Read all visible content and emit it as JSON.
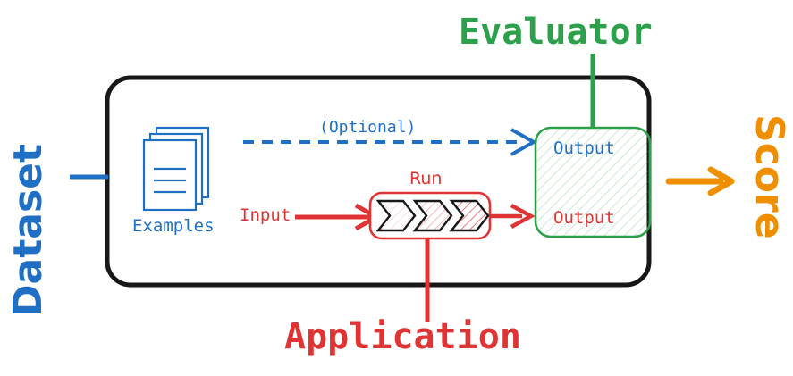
{
  "diagram": {
    "title": "Evaluation pipeline diagram",
    "type": "flow-diagram",
    "colors": {
      "dataset_blue": "#1f6fc4",
      "evaluator_green": "#2ca04a",
      "application_red": "#e03434",
      "score_orange": "#ef8f00",
      "container_black": "#181818",
      "background": "#ffffff"
    },
    "labels": {
      "dataset": "Dataset",
      "evaluator": "Evaluator",
      "application": "Application",
      "score": "Score",
      "examples": "Examples",
      "optional": "(Optional)",
      "input": "Input",
      "run": "Run",
      "output_top": "Output",
      "output_bottom": "Output"
    },
    "nodes": [
      {
        "name": "examples-icon",
        "label": "Examples",
        "color": "#1f6fc4",
        "shape": "stacked-documents"
      },
      {
        "name": "run-box",
        "label": "Run",
        "color": "#e03434",
        "shape": "rounded-rect-with-chevrons",
        "chevron_count": 3
      },
      {
        "name": "output-box",
        "label": "Output",
        "color": "#2ca04a",
        "shape": "hatched-rounded-rect"
      }
    ],
    "edges": [
      {
        "name": "dataset-connector",
        "from": "Dataset",
        "to": "container",
        "style": "solid",
        "color": "#1f6fc4",
        "arrow": false
      },
      {
        "name": "optional-edge",
        "from": "Examples",
        "to": "Output",
        "style": "dashed",
        "color": "#1f6fc4",
        "arrow": true,
        "label": "(Optional)"
      },
      {
        "name": "input-edge",
        "from": "Input",
        "to": "Run",
        "style": "solid",
        "color": "#e03434",
        "arrow": true,
        "label": "Input"
      },
      {
        "name": "run-to-output-edge",
        "from": "Run",
        "to": "Output",
        "style": "solid",
        "color": "#e03434",
        "arrow": true
      },
      {
        "name": "evaluator-connector",
        "from": "Evaluator",
        "to": "Output",
        "style": "solid",
        "color": "#2ca04a",
        "arrow": false
      },
      {
        "name": "application-connector",
        "from": "Run",
        "to": "Application",
        "style": "solid",
        "color": "#e03434",
        "arrow": false
      },
      {
        "name": "score-edge",
        "from": "container",
        "to": "Score",
        "style": "solid",
        "color": "#ef8f00",
        "arrow": true
      }
    ]
  }
}
